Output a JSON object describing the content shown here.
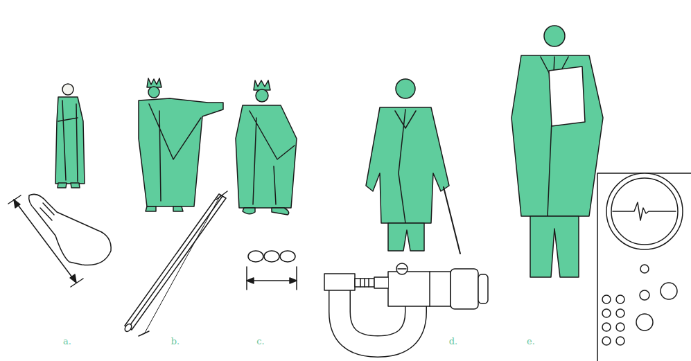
{
  "diagram": {
    "labels": [
      "a.",
      "b.",
      "c.",
      "d.",
      "e."
    ]
  }
}
